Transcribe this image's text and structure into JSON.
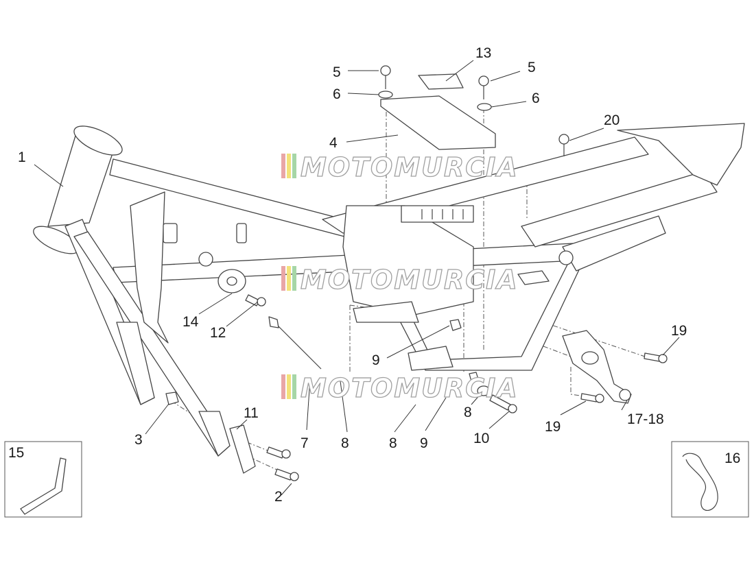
{
  "watermark": {
    "text": "MOTOMURCIA",
    "stripe_colors": [
      "#e9a6a6",
      "#f3e27a",
      "#a6d6a6"
    ]
  },
  "callouts": [
    {
      "id": "1",
      "label": "1"
    },
    {
      "id": "2",
      "label": "2"
    },
    {
      "id": "3",
      "label": "3"
    },
    {
      "id": "4",
      "label": "4"
    },
    {
      "id": "5a",
      "label": "5"
    },
    {
      "id": "5b",
      "label": "5"
    },
    {
      "id": "6a",
      "label": "6"
    },
    {
      "id": "6b",
      "label": "6"
    },
    {
      "id": "7",
      "label": "7"
    },
    {
      "id": "8a",
      "label": "8"
    },
    {
      "id": "8b",
      "label": "8"
    },
    {
      "id": "8c",
      "label": "8"
    },
    {
      "id": "9a",
      "label": "9"
    },
    {
      "id": "9b",
      "label": "9"
    },
    {
      "id": "10",
      "label": "10"
    },
    {
      "id": "11",
      "label": "11"
    },
    {
      "id": "12",
      "label": "12"
    },
    {
      "id": "13",
      "label": "13"
    },
    {
      "id": "14",
      "label": "14"
    },
    {
      "id": "15",
      "label": "15"
    },
    {
      "id": "16",
      "label": "16"
    },
    {
      "id": "17-18",
      "label": "17-18"
    },
    {
      "id": "19a",
      "label": "19"
    },
    {
      "id": "19b",
      "label": "19"
    },
    {
      "id": "20",
      "label": "20"
    }
  ]
}
